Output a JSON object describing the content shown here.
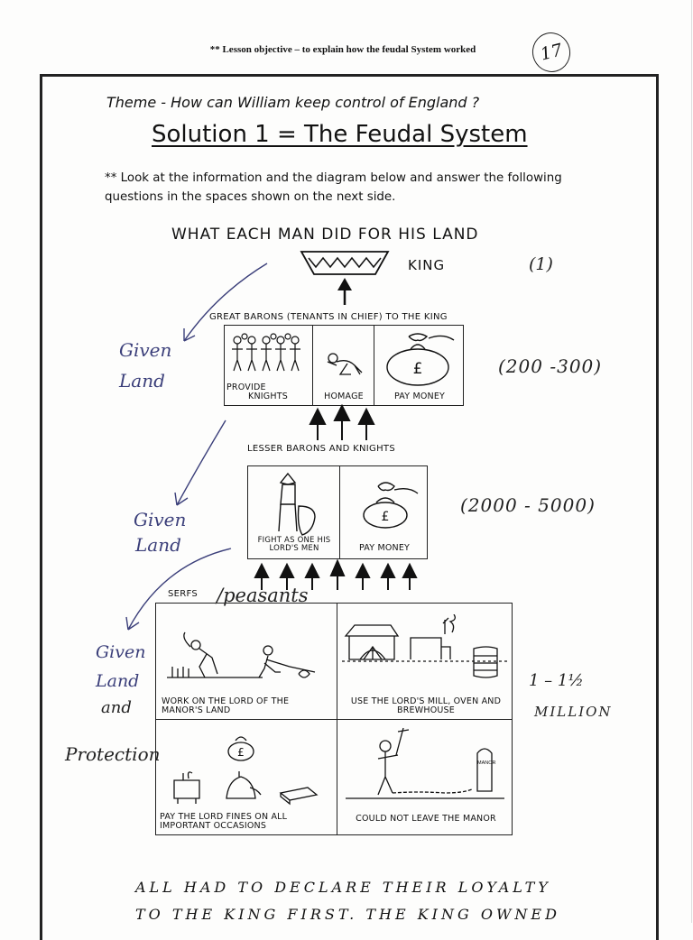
{
  "header": {
    "objective": "** Lesson objective – to explain how the feudal System worked",
    "page_number": "17"
  },
  "theme": "Theme - How can William keep control of England ?",
  "solution_title": "Solution 1 = The Feudal System",
  "instructions": "** Look at the information and the diagram below and answer the following questions in the spaces shown on the next side.",
  "diagram": {
    "title": "WHAT EACH MAN DID FOR HIS LAND",
    "king": {
      "label": "KING",
      "count": "(1)"
    },
    "great_barons": {
      "heading": "GREAT BARONS (TENANTS IN CHIEF) TO THE KING",
      "cell1_top": "PROVIDE",
      "cell1_bottom": "KNIGHTS",
      "cell2": "HOMAGE",
      "cell3": "PAY MONEY",
      "count": "(200 -300)"
    },
    "lesser_barons": {
      "heading": "LESSER BARONS AND KNIGHTS",
      "cell1": "FIGHT AS ONE HIS LORD'S MEN",
      "cell2": "PAY MONEY",
      "count": "(2000 - 5000)"
    },
    "serfs": {
      "heading": "SERFS",
      "heading_note": "/peasants",
      "cell1": "WORK ON THE LORD OF THE MANOR'S LAND",
      "cell2": "USE THE LORD'S MILL, OVEN AND BREWHOUSE",
      "cell3": "PAY THE LORD FINES ON ALL IMPORTANT OCCASIONS",
      "cell4": "COULD NOT LEAVE THE MANOR",
      "manor_sign": "MANOR",
      "count_line1": "1 – 1½",
      "count_line2": "MILLION"
    },
    "margin_notes": {
      "given_land_1a": "Given",
      "given_land_1b": "Land",
      "given_land_2a": "Given",
      "given_land_2b": "Land",
      "given_land_3a": "Given",
      "given_land_3b": "Land",
      "given_land_3c": "and",
      "given_land_3d": "Protection"
    },
    "money_symbol": "£"
  },
  "bottom_note": {
    "line1": "ALL HAD TO DECLARE THEIR LOYALTY",
    "line2": "TO THE KING FIRST. THE KING OWNED"
  }
}
